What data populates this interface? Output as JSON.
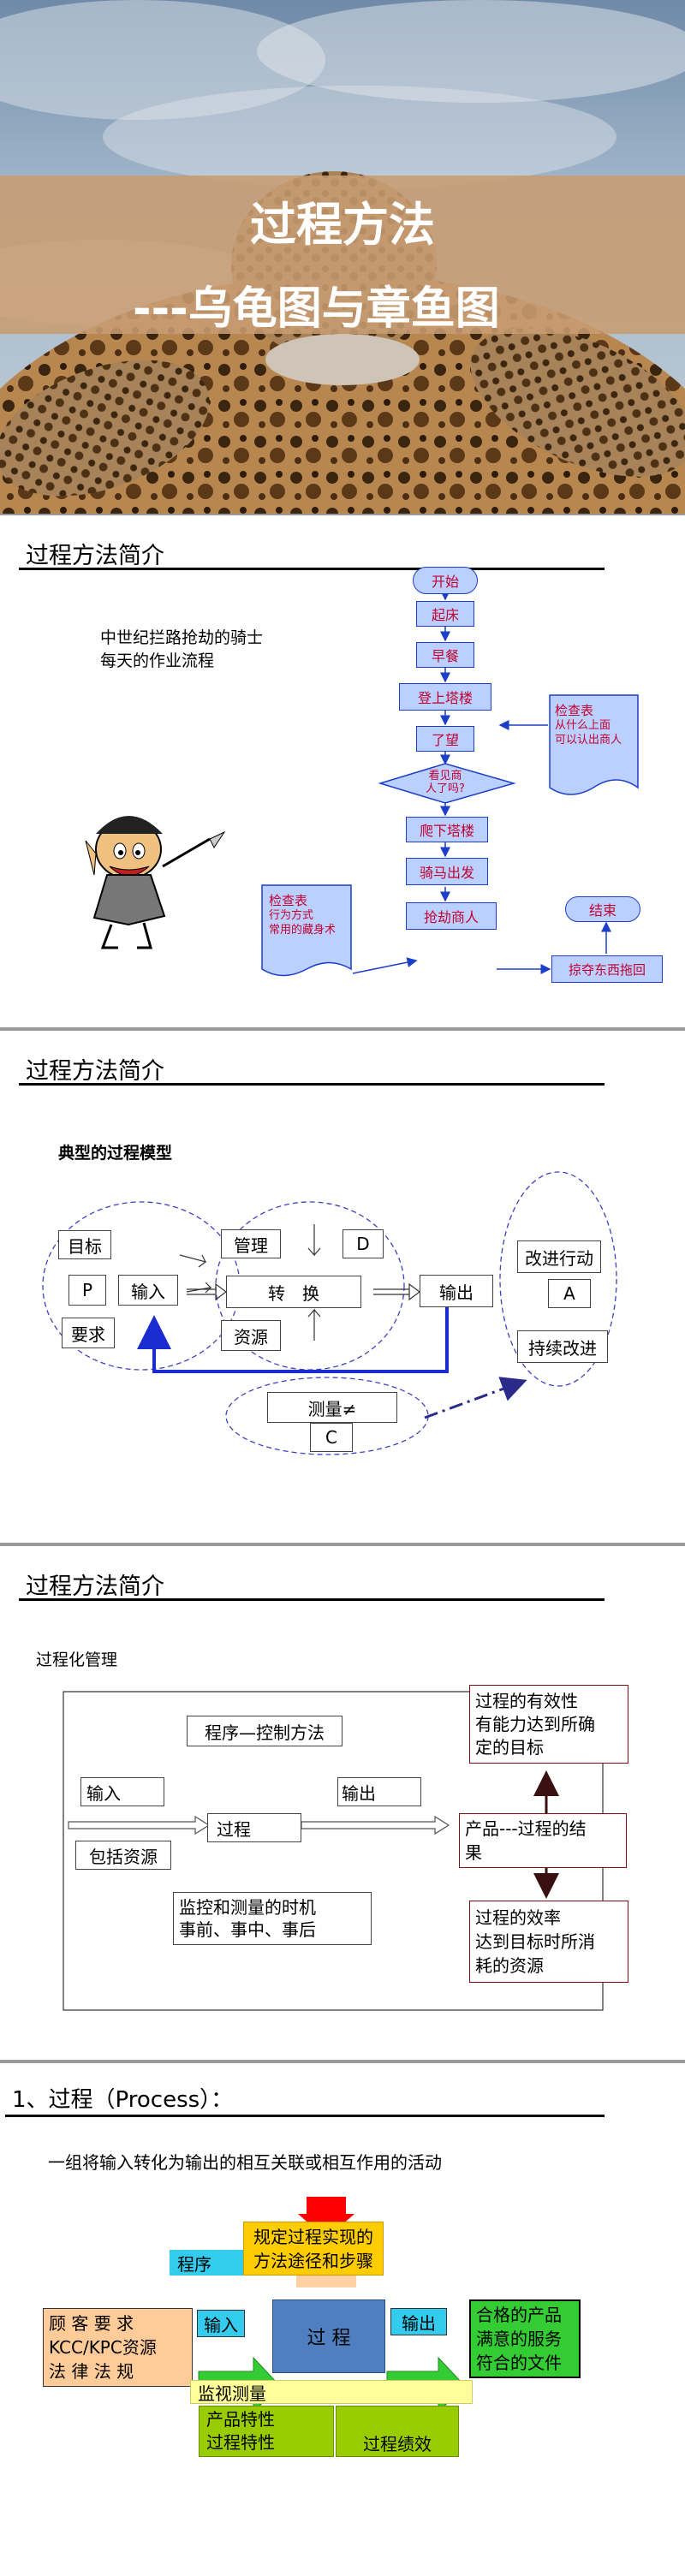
{
  "cover": {
    "title": "过程方法",
    "subtitle": "---乌龟图与章鱼图"
  },
  "slide2": {
    "title": "过程方法简介",
    "caption_line1": "中世纪拦路抢劫的骑士",
    "caption_line2": "每天的作业流程",
    "flow": {
      "start": "开始",
      "wake": "起床",
      "breakfast": "早餐",
      "climb_tower": "登上塔楼",
      "watch": "了望",
      "decision_l1": "看见商",
      "decision_l2": "人了吗?",
      "descend": "爬下塔楼",
      "ride": "骑马出发",
      "rob": "抢劫商人",
      "take": "掠夺东西拖回",
      "end": "结束",
      "doc1_l1": "检查表",
      "doc1_l2": "从什么上面",
      "doc1_l3": "可以认出商人",
      "doc2_l1": "检查表",
      "doc2_l2": "行为方式",
      "doc2_l3": "常用的藏身术"
    }
  },
  "slide3": {
    "title": "过程方法简介",
    "subtitle": "典型的过程模型",
    "target": "目标",
    "p": "P",
    "input": "输入",
    "requirement": "要求",
    "management": "管理",
    "d": "D",
    "transform": "转　换",
    "resource": "资源",
    "output": "输出",
    "improve_action": "改进行动",
    "a": "A",
    "continuous_improve": "持续改进",
    "measure": "测量≠",
    "c": "C"
  },
  "slide4": {
    "title": "过程方法简介",
    "subtitle": "过程化管理",
    "procedure": "程序—控制方法",
    "input": "输入",
    "include_resources": "包括资源",
    "process": "过程",
    "output": "输出",
    "monitor_l1": "监控和测量的时机",
    "monitor_l2": "事前、事中、事后",
    "effectiveness_l1": "过程的有效性",
    "effectiveness_l2": "有能力达到所确",
    "effectiveness_l3": "定的目标",
    "product_l1": "产品---过程的结",
    "product_l2": "果",
    "efficiency_l1": "过程的效率",
    "efficiency_l2": "达到目标时所消",
    "efficiency_l3": "耗的资源"
  },
  "slide5": {
    "title": "1、过程（Process）：",
    "definition": "一组将输入转化为输出的相互关联或相互作用的活动",
    "procedure": "程序",
    "method_l1": "规定过程实现的",
    "method_l2": "方法途径和步骤",
    "customer_l1": "顾 客 要 求",
    "customer_l2": "KCC/KPC资源",
    "customer_l3": "法 律 法 规",
    "input": "输入",
    "process": "过 程",
    "output": "输出",
    "result_l1": "合格的产品",
    "result_l2": "满意的服务",
    "result_l3": "符合的文件",
    "monitor": "监视测量",
    "characteristics_l1": "产品特性",
    "characteristics_l2": "过程特性",
    "performance": "过程绩效"
  },
  "colors": {
    "flow_fill": "#bcd0ff",
    "flow_border": "#1c3ec8",
    "flow_text": "#c00030",
    "banner": "#c89c72",
    "process_blue": "#4f7fc0",
    "green": "#33cc33",
    "cyan": "#33ccee",
    "yellow": "#ffcc00",
    "peach": "#ffcc99",
    "olive": "#99cc00"
  }
}
